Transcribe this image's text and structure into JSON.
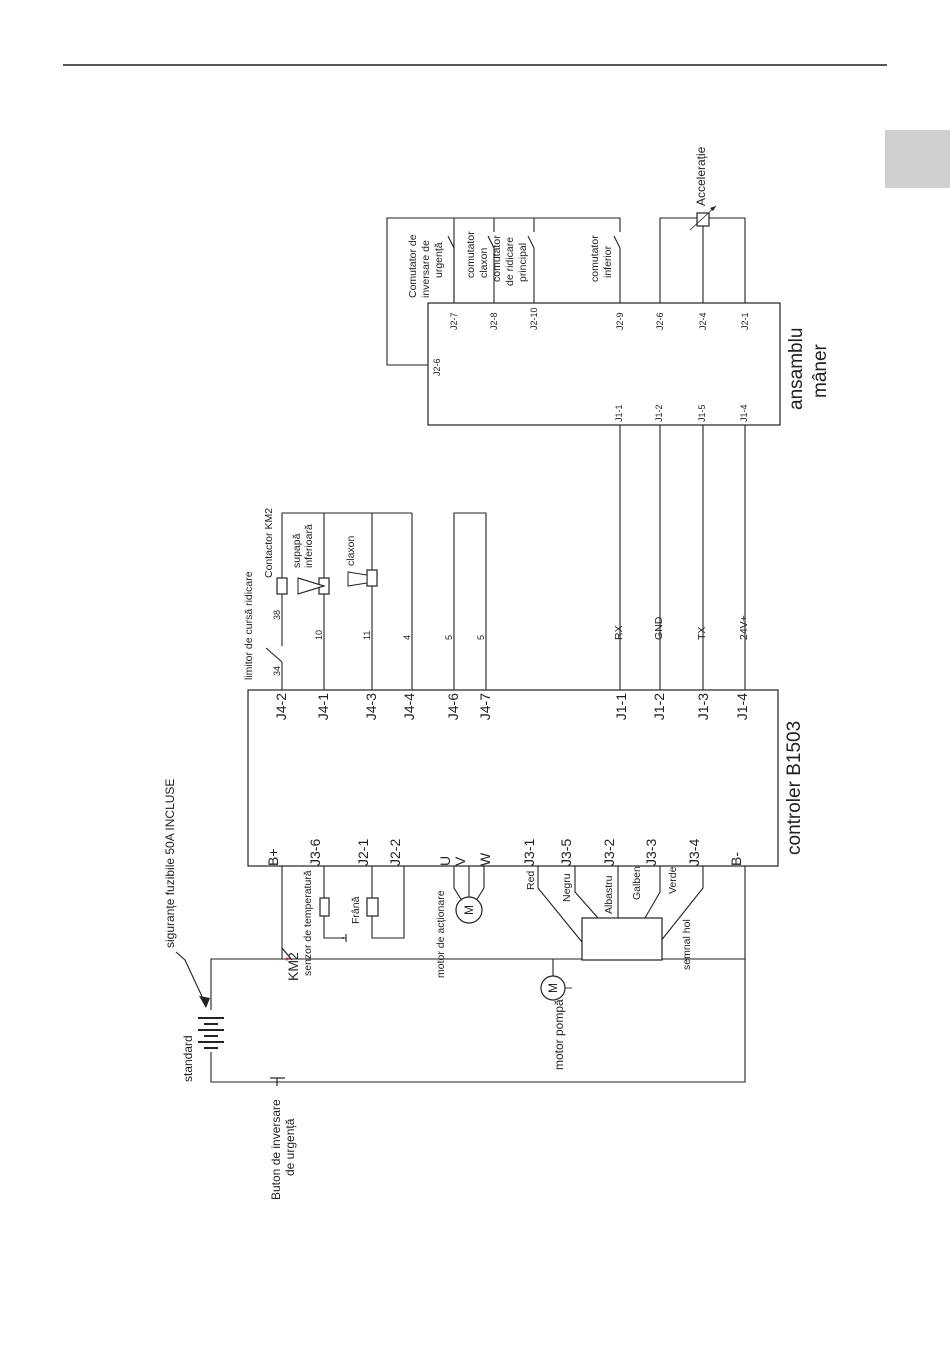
{
  "diagram": {
    "fuse_label": "siguranțe fuzibile 50A INCLUSE",
    "battery_label": "standard",
    "estop_label_1": "Buton de inversare",
    "estop_label_2": "de urgență",
    "km2_label": "KM2",
    "temp_sensor_label": "senzor de temperatură",
    "brake_label": "Frână",
    "drive_motor_label": "motor de acționare",
    "pump_motor_label": "motor pompă",
    "hall_label": "semnal hol",
    "motor_glyph": "M",
    "wire_colors": [
      "Red",
      "Negru",
      "Albastru",
      "Galben",
      "Verde"
    ],
    "controller": {
      "name": "controler B1503",
      "left_pins": [
        "B+",
        "J3-6",
        "J2-1",
        "J2-2",
        "U",
        "V",
        "W",
        "J3-1",
        "J3-5",
        "J3-2",
        "J3-3",
        "J3-4",
        "B-"
      ],
      "right_pins": [
        "J4-2",
        "J4-1",
        "J4-3",
        "J4-4",
        "J4-6",
        "J4-7",
        "J1-1",
        "J1-2",
        "J1-3",
        "J1-4"
      ]
    },
    "j4_wire_numbers": [
      "34",
      "38",
      "10",
      "11",
      "4",
      "5",
      "5"
    ],
    "lift_limit_label": "limitor de cursă ridicare",
    "contactor_label": "Contactor KM2",
    "valve_label_1": "supapă",
    "valve_label_2": "inferioară",
    "horn_label": "claxon",
    "signal_labels": [
      "RX",
      "GND",
      "TX",
      "24V+"
    ],
    "handle": {
      "name_1": "ansamblu",
      "name_2": "mâner",
      "left_pins": [
        "J1-1",
        "J1-2",
        "J1-5",
        "J1-4"
      ],
      "top_pins": [
        "J2-7",
        "J2-8",
        "J2-10",
        "J2-9",
        "J2-6",
        "J2-4",
        "J2-1"
      ],
      "j26_pin": "J2-6"
    },
    "switch_estop_1": "Comutator de",
    "switch_estop_2": "inversare de",
    "switch_estop_3": "urgență",
    "switch_horn_1": "comutator",
    "switch_horn_2": "claxon",
    "switch_lift_1": "comutator",
    "switch_lift_2": "de ridicare",
    "switch_lift_3": "principal",
    "switch_lower_1": "comutator",
    "switch_lower_2": "inferior",
    "accel_label": "Accelerație"
  }
}
